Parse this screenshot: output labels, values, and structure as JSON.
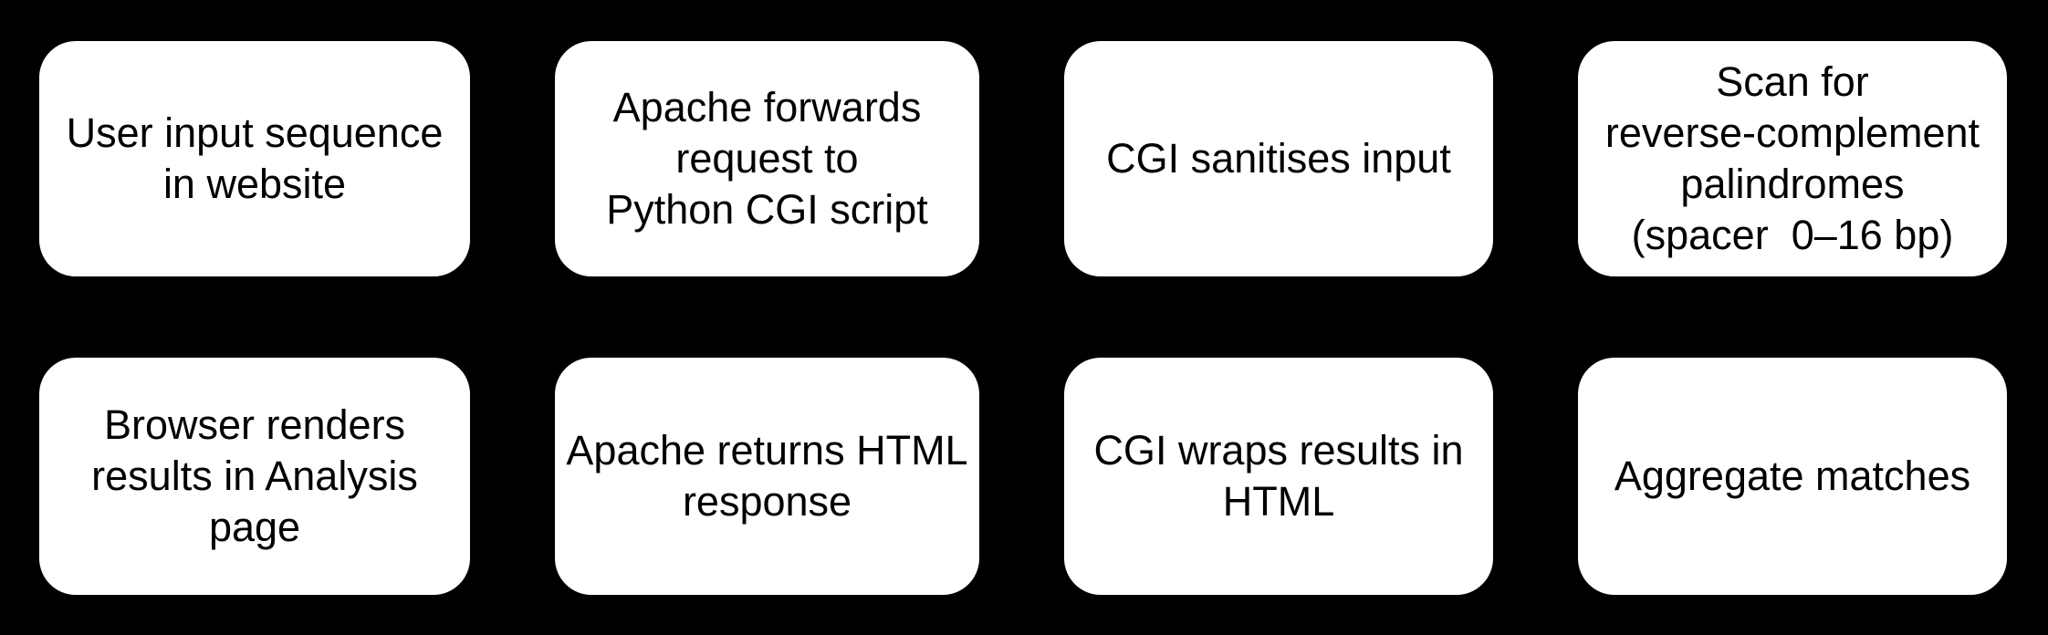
{
  "theme": {
    "background": "#000000",
    "node_fill": "#ffffff",
    "node_text_color": "#000000"
  },
  "flowchart": {
    "rows": 2,
    "columns": 4,
    "connectors_visible": false,
    "nodes": [
      {
        "id": "user-input",
        "row": 1,
        "col": 1,
        "label": "User input sequence\nin website"
      },
      {
        "id": "apache-forwards",
        "row": 1,
        "col": 2,
        "label": "Apache forwards\nrequest to\nPython CGI script"
      },
      {
        "id": "cgi-sanitises",
        "row": 1,
        "col": 3,
        "label": "CGI sanitises input"
      },
      {
        "id": "scan-palindromes",
        "row": 1,
        "col": 4,
        "label": "Scan for\nreverse-complement\npalindromes\n(spacer  0–16 bp)"
      },
      {
        "id": "browser-renders",
        "row": 2,
        "col": 1,
        "label": "Browser renders\nresults in Analysis\npage"
      },
      {
        "id": "apache-returns",
        "row": 2,
        "col": 2,
        "label": "Apache returns HTML\nresponse"
      },
      {
        "id": "cgi-wraps",
        "row": 2,
        "col": 3,
        "label": "CGI wraps results in\nHTML"
      },
      {
        "id": "aggregate-matches",
        "row": 2,
        "col": 4,
        "label": "Aggregate matches"
      }
    ]
  }
}
